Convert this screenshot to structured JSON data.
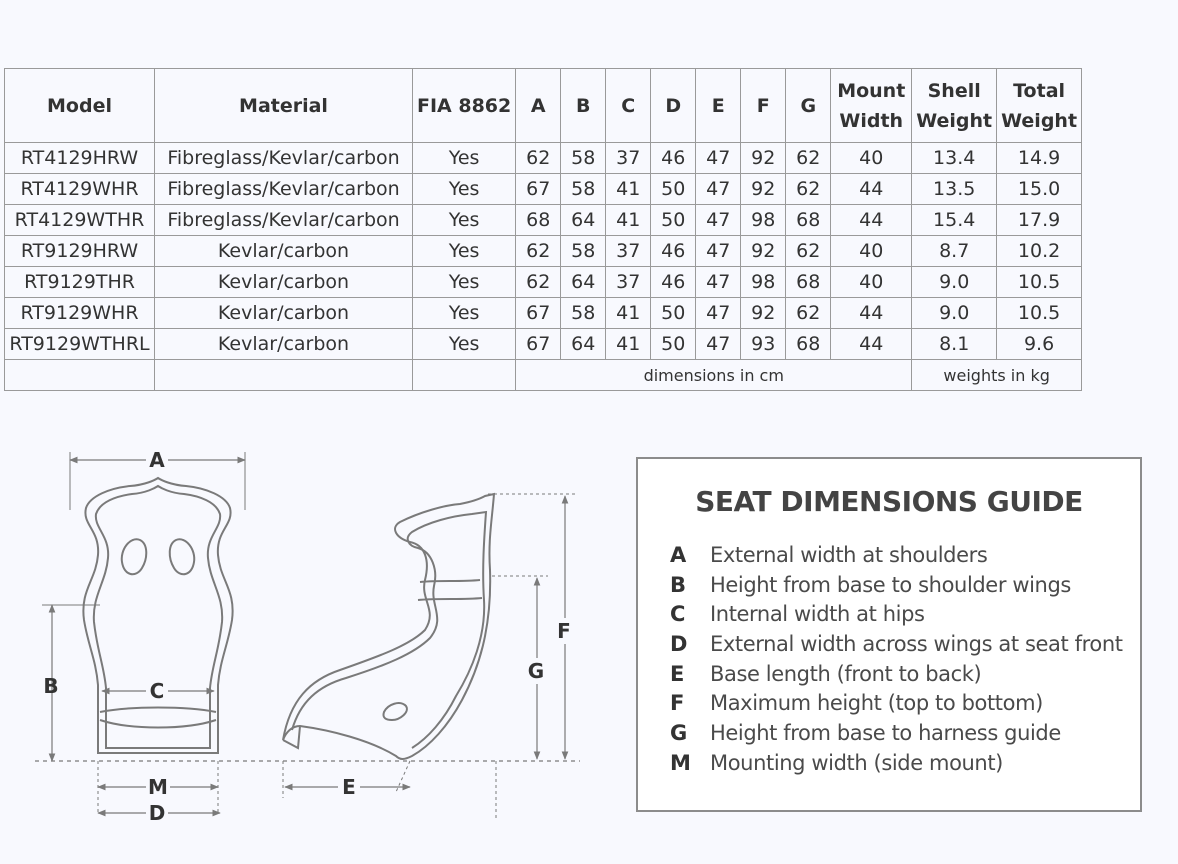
{
  "table": {
    "headers": [
      [
        "Model"
      ],
      [
        "Material"
      ],
      [
        "FIA 8862"
      ],
      [
        "A"
      ],
      [
        "B"
      ],
      [
        "C"
      ],
      [
        "D"
      ],
      [
        "E"
      ],
      [
        "F"
      ],
      [
        "G"
      ],
      [
        "Mount",
        "Width"
      ],
      [
        "Shell",
        "Weight"
      ],
      [
        "Total",
        "Weight"
      ]
    ],
    "rows": [
      [
        "RT4129HRW",
        "Fibreglass/Kevlar/carbon",
        "Yes",
        "62",
        "58",
        "37",
        "46",
        "47",
        "92",
        "62",
        "40",
        "13.4",
        "14.9"
      ],
      [
        "RT4129WHR",
        "Fibreglass/Kevlar/carbon",
        "Yes",
        "67",
        "58",
        "41",
        "50",
        "47",
        "92",
        "62",
        "44",
        "13.5",
        "15.0"
      ],
      [
        "RT4129WTHR",
        "Fibreglass/Kevlar/carbon",
        "Yes",
        "68",
        "64",
        "41",
        "50",
        "47",
        "98",
        "68",
        "44",
        "15.4",
        "17.9"
      ],
      [
        "RT9129HRW",
        "Kevlar/carbon",
        "Yes",
        "62",
        "58",
        "37",
        "46",
        "47",
        "92",
        "62",
        "40",
        "8.7",
        "10.2"
      ],
      [
        "RT9129THR",
        "Kevlar/carbon",
        "Yes",
        "62",
        "64",
        "37",
        "46",
        "47",
        "98",
        "68",
        "40",
        "9.0",
        "10.5"
      ],
      [
        "RT9129WHR",
        "Kevlar/carbon",
        "Yes",
        "67",
        "58",
        "41",
        "50",
        "47",
        "92",
        "62",
        "44",
        "9.0",
        "10.5"
      ],
      [
        "RT9129WTHRL",
        "Kevlar/carbon",
        "Yes",
        "67",
        "64",
        "41",
        "50",
        "47",
        "93",
        "68",
        "44",
        "8.1",
        "9.6"
      ]
    ],
    "notes": {
      "dimensions": "dimensions in cm",
      "weights": "weights in kg"
    }
  },
  "diagram": {
    "labels": {
      "A": "A",
      "B": "B",
      "C": "C",
      "M": "M",
      "D": "D",
      "E": "E",
      "F": "F",
      "G": "G"
    },
    "line_color": "#7a7a7a"
  },
  "guide": {
    "title": "SEAT DIMENSIONS GUIDE",
    "items": [
      {
        "letter": "A",
        "text": "External width at shoulders"
      },
      {
        "letter": "B",
        "text": "Height from base to shoulder wings"
      },
      {
        "letter": "C",
        "text": "Internal width at hips"
      },
      {
        "letter": "D",
        "text": "External width across wings at seat front"
      },
      {
        "letter": "E",
        "text": "Base length (front to back)"
      },
      {
        "letter": "F",
        "text": "Maximum height (top to bottom)"
      },
      {
        "letter": "G",
        "text": "Height from base to harness guide"
      },
      {
        "letter": "M",
        "text": "Mounting width (side mount)"
      }
    ]
  }
}
